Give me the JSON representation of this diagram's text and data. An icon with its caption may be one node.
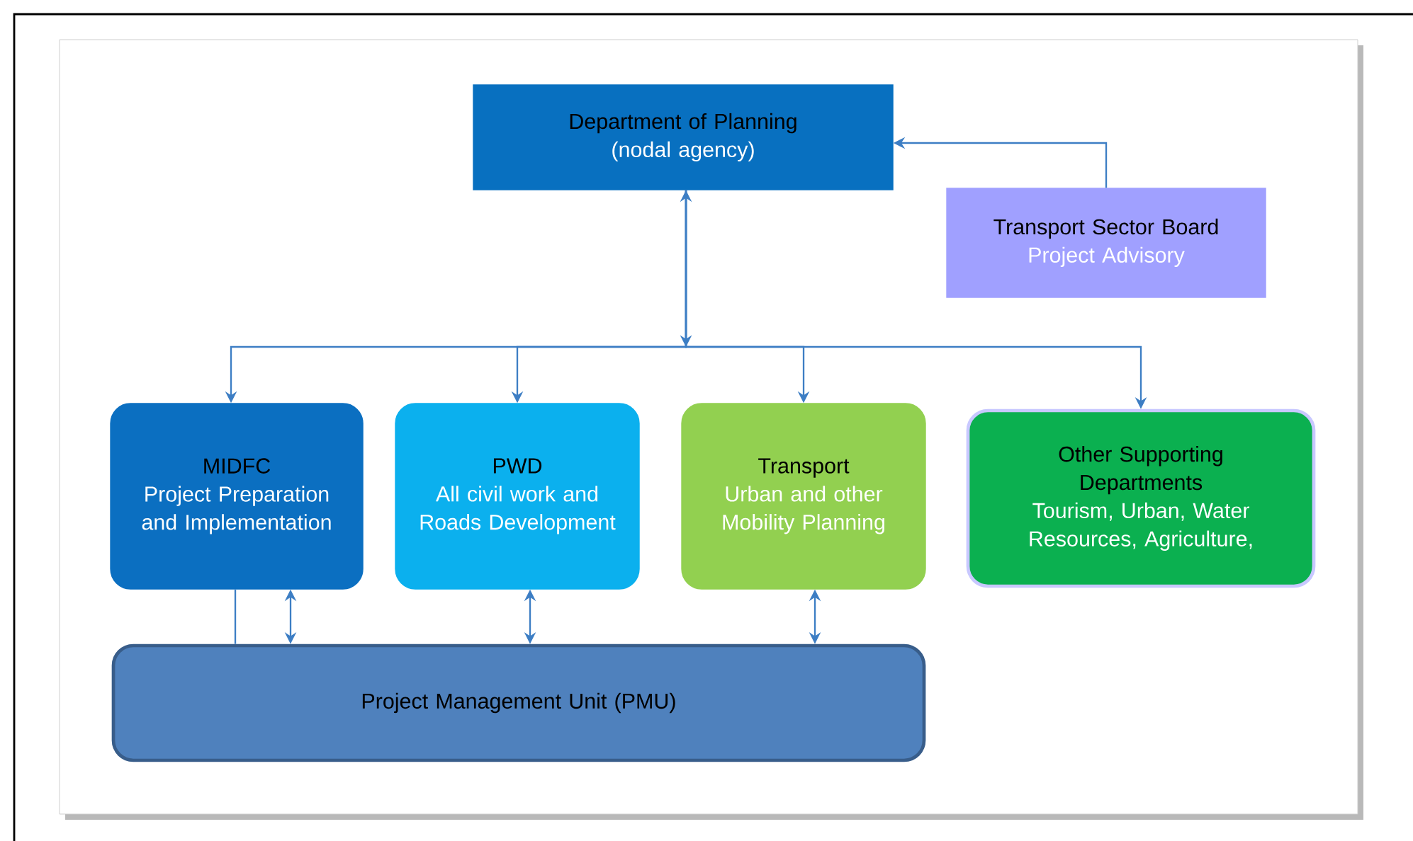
{
  "diagram": {
    "nodes": [
      {
        "text": [
          "Department of Planning",
          "(nodal agency)"
        ]
      },
      {
        "text": [
          "Transport Sector Board",
          "Project Advisory"
        ]
      },
      {
        "text": [
          "MIDFC",
          "Project Preparation and Implementation"
        ]
      },
      {
        "text": [
          "PWD",
          "All civil work and Roads Development"
        ]
      },
      {
        "text": [
          "Transport",
          "Urban and other Mobility Planning"
        ]
      },
      {
        "text": [
          "Other Supporting Departments",
          "Tourism, Urban, Water Resources, Agriculture,"
        ]
      },
      {
        "text": [
          "Project Management Unit (PMU)"
        ]
      }
    ],
    "edges": [
      {
        "from": 1,
        "to": 0,
        "arrow": "to"
      },
      {
        "from": 0,
        "to": 2,
        "arrow": "both"
      },
      {
        "from": 0,
        "to": 3,
        "arrow": "both"
      },
      {
        "from": 0,
        "to": 4,
        "arrow": "both"
      },
      {
        "from": 0,
        "to": 5,
        "arrow": "both"
      },
      {
        "from": 2,
        "to": 6,
        "arrow": "none"
      },
      {
        "from": 2,
        "to": 6,
        "arrow": "both"
      },
      {
        "from": 3,
        "to": 6,
        "arrow": "both"
      },
      {
        "from": 4,
        "to": 6,
        "arrow": "both"
      }
    ]
  }
}
